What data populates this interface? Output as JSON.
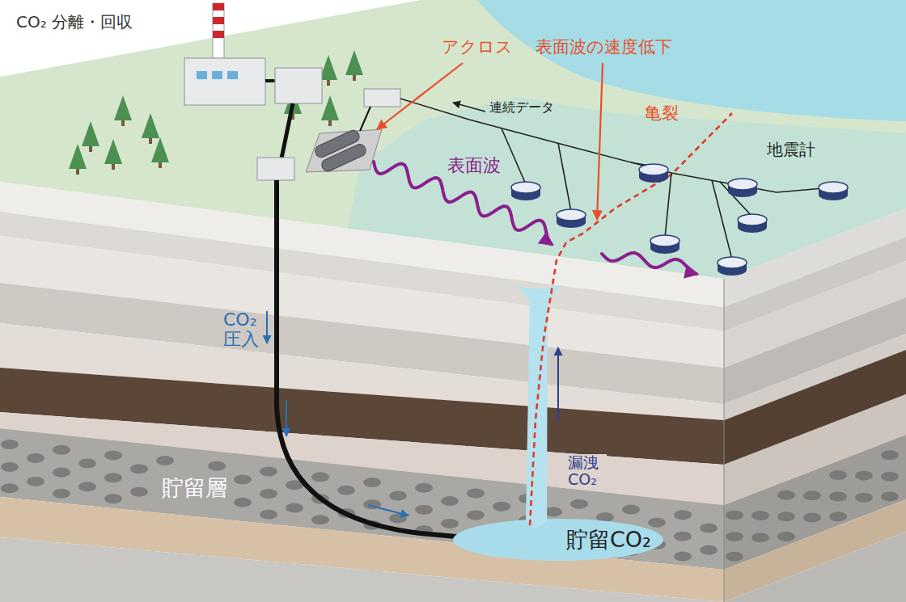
{
  "diagram": {
    "labels": [
      "CO₂ 分離・回収",
      "アクロス",
      "表面波の速度低下",
      "連続データ",
      "亀裂",
      "表面波",
      "地震計",
      "CO₂ 圧入",
      "漏洩 CO₂",
      "貯留層",
      "貯留CO₂"
    ]
  }
}
